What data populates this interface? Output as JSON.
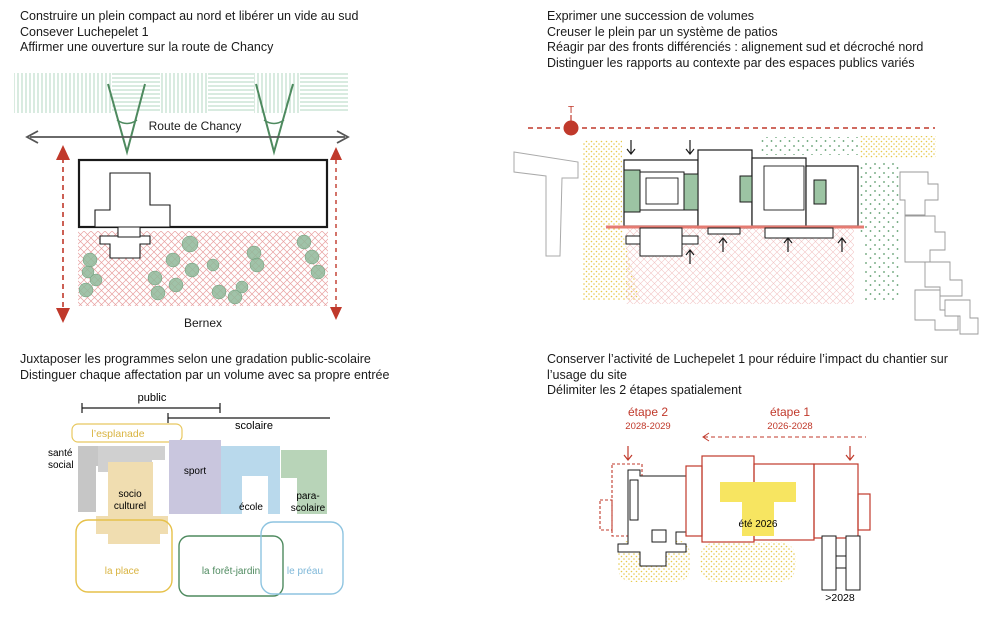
{
  "panels": {
    "tl": {
      "lines": [
        "Construire un plein compact au nord et libérer un vide au sud",
        "Consever Luchepelet 1",
        "Affirmer une ouverture sur la route de Chancy"
      ]
    },
    "tr": {
      "lines": [
        "Exprimer une succession de volumes",
        "Creuser le plein par un système de patios",
        "Réagir par des fronts différenciés : alignement sud et décroché nord",
        "Distinguer les rapports au contexte par des espaces publics variés"
      ]
    },
    "bl": {
      "lines": [
        "Juxtaposer les programmes selon une gradation public-scolaire",
        "Distinguer chaque affectation par un volume avec sa propre entrée"
      ]
    },
    "br": {
      "lines": [
        "Conserver l’activité de Luchepelet 1 pour réduire l’impact du chantier sur",
        "l’usage du site",
        "Délimiter les 2 étapes spatialement"
      ]
    }
  },
  "labels": {
    "road": "Route de Chancy",
    "bernex": "Bernex",
    "tram": "T",
    "public": "public",
    "scolaire": "scolaire",
    "esplanade": "l’esplanade",
    "sante": "santé\nsocial",
    "socio": "socio\nculturel",
    "sport": "sport",
    "ecole": "école",
    "para": "para-\nscolaire",
    "place": "la place",
    "foret": "la forêt-jardin",
    "preau": "le préau",
    "etape2": "étape 2",
    "etape2_years": "2028-2029",
    "etape1": "étape 1",
    "etape1_years": "2026-2028",
    "ete2026": "été 2026",
    "after2028": ">2028"
  },
  "colors": {
    "green": "#4e8a5f",
    "red": "#c0392b",
    "yellow": "#f0d97a",
    "grey": "#bdbdbd",
    "purple": "#c9c6de",
    "blue": "#b9d9ec",
    "sage": "#b8d4b8",
    "beige": "#f0ddb0"
  }
}
